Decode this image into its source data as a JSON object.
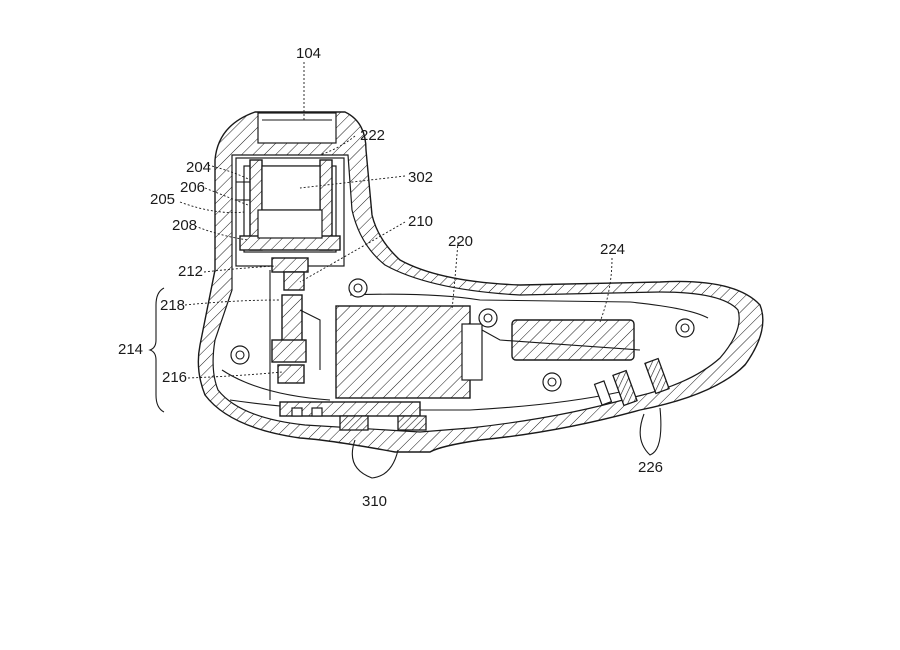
{
  "figure": {
    "labels": {
      "l104": "104",
      "l222": "222",
      "l204": "204",
      "l302": "302",
      "l206": "206",
      "l205": "205",
      "l210": "210",
      "l208": "208",
      "l220": "220",
      "l224": "224",
      "l212": "212",
      "l218": "218",
      "l214": "214",
      "l216": "216",
      "l310": "310",
      "l226": "226"
    }
  }
}
